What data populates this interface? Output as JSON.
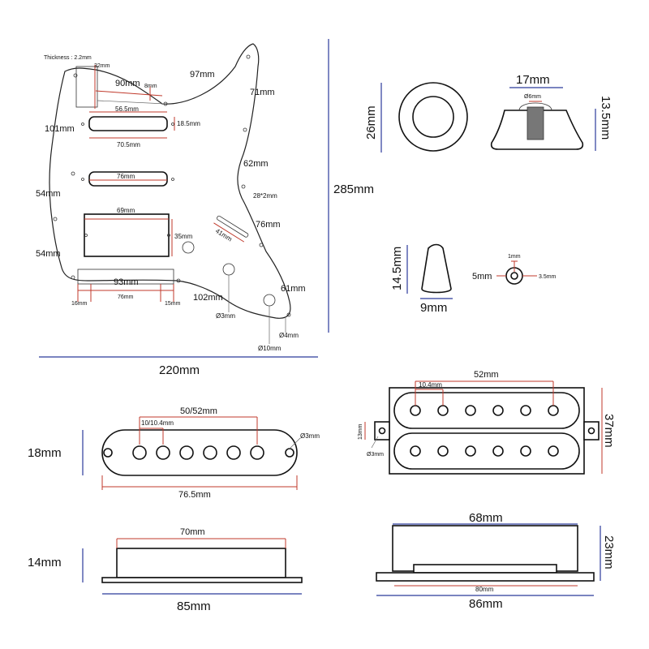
{
  "labels": {
    "thickness": "Thickness : 2.2mm",
    "pg_32mm": "32mm",
    "pg_90mm": "90mm",
    "pg_8mm": "8mm",
    "pg_97mm": "97mm",
    "pg_71mm": "71mm",
    "pg_56_5mm": "56.5mm",
    "pg_101mm": "101mm",
    "pg_18_5mm": "18.5mm",
    "pg_70_5mm": "70.5mm",
    "pg_62mm": "62mm",
    "pg_76mm_mid": "76mm",
    "pg_54mm_top": "54mm",
    "pg_28x2mm": "28*2mm",
    "pg_69mm": "69mm",
    "pg_76mm_right": "76mm",
    "pg_41mm": "41mm",
    "pg_35mm": "35mm",
    "pg_54mm_bottom": "54mm",
    "pg_93mm": "93mm",
    "pg_61mm": "61mm",
    "pg_102mm": "102mm",
    "pg_16mm": "16mm",
    "pg_76mm_bottom": "76mm",
    "pg_15mm": "15mm",
    "pg_d3mm": "Ø3mm",
    "pg_d4mm": "Ø4mm",
    "pg_d10mm": "Ø10mm",
    "pg_285mm": "285mm",
    "pg_220mm": "220mm",
    "ring_26mm": "26mm",
    "knob_17mm": "17mm",
    "knob_d6mm": "Ø6mm",
    "knob_13_5mm": "13.5mm",
    "tip_14_5mm": "14.5mm",
    "tip_9mm": "9mm",
    "tip_1mm": "1mm",
    "tip_5mm": "5mm",
    "tip_3_5mm": "3.5mm",
    "sc_50_52mm": "50/52mm",
    "sc_10_10_4mm": "10/10.4mm",
    "sc_d3mm": "Ø3mm",
    "sc_18mm": "18mm",
    "sc_76_5mm": "76.5mm",
    "hb_52mm": "52mm",
    "hb_10_4mm": "10.4mm",
    "hb_37mm": "37mm",
    "hb_13mm": "13mm",
    "hb_d3mm": "Ø3mm",
    "sc_70mm": "70mm",
    "sc_14mm": "14mm",
    "sc_85mm": "85mm",
    "hb_68mm": "68mm",
    "hb_23mm": "23mm",
    "hb_80mm": "80mm",
    "hb_86mm": "86mm"
  }
}
